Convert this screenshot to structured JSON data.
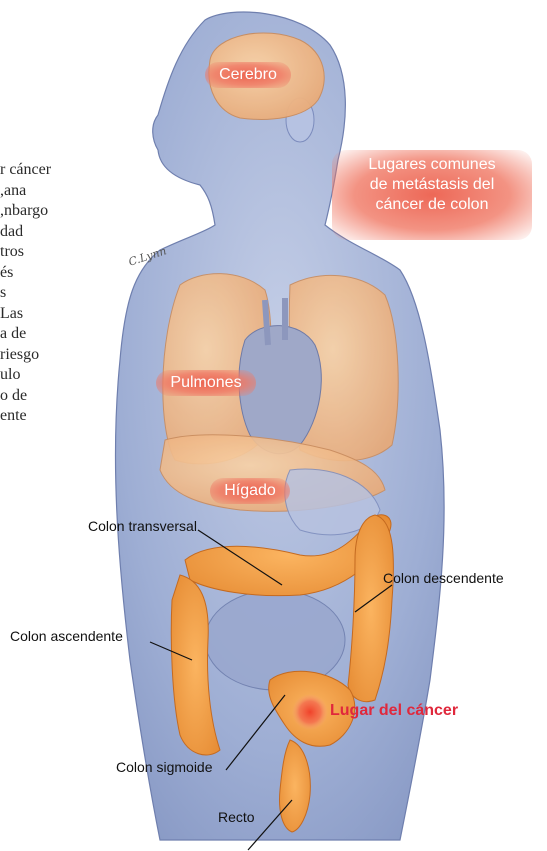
{
  "background_text": [
    "r cáncer",
    "ana,",
    "nbargo,",
    "dad",
    "tros",
    "és",
    "s",
    "Las",
    "a de",
    "riesgo",
    "ulo",
    "o de",
    "ente"
  ],
  "title_box": {
    "lines": [
      "Lugares comunes",
      "de metástasis del",
      "cáncer de colon"
    ]
  },
  "organ_labels": {
    "brain": "Cerebro",
    "lungs": "Pulmones",
    "liver": "Hígado"
  },
  "anatomy_labels": {
    "transverse": "Colon transversal",
    "descending": "Colon descendente",
    "ascending": "Colon ascendente",
    "sigmoid": "Colon sigmoide",
    "rectum": "Recto"
  },
  "cancer_site_label": "Lugar del cáncer",
  "signature": "C.Lynn",
  "colors": {
    "skin": "#a9b7d8",
    "organ": "#f2a25a",
    "accent": "#e0283c",
    "glow": "#ec604e"
  }
}
